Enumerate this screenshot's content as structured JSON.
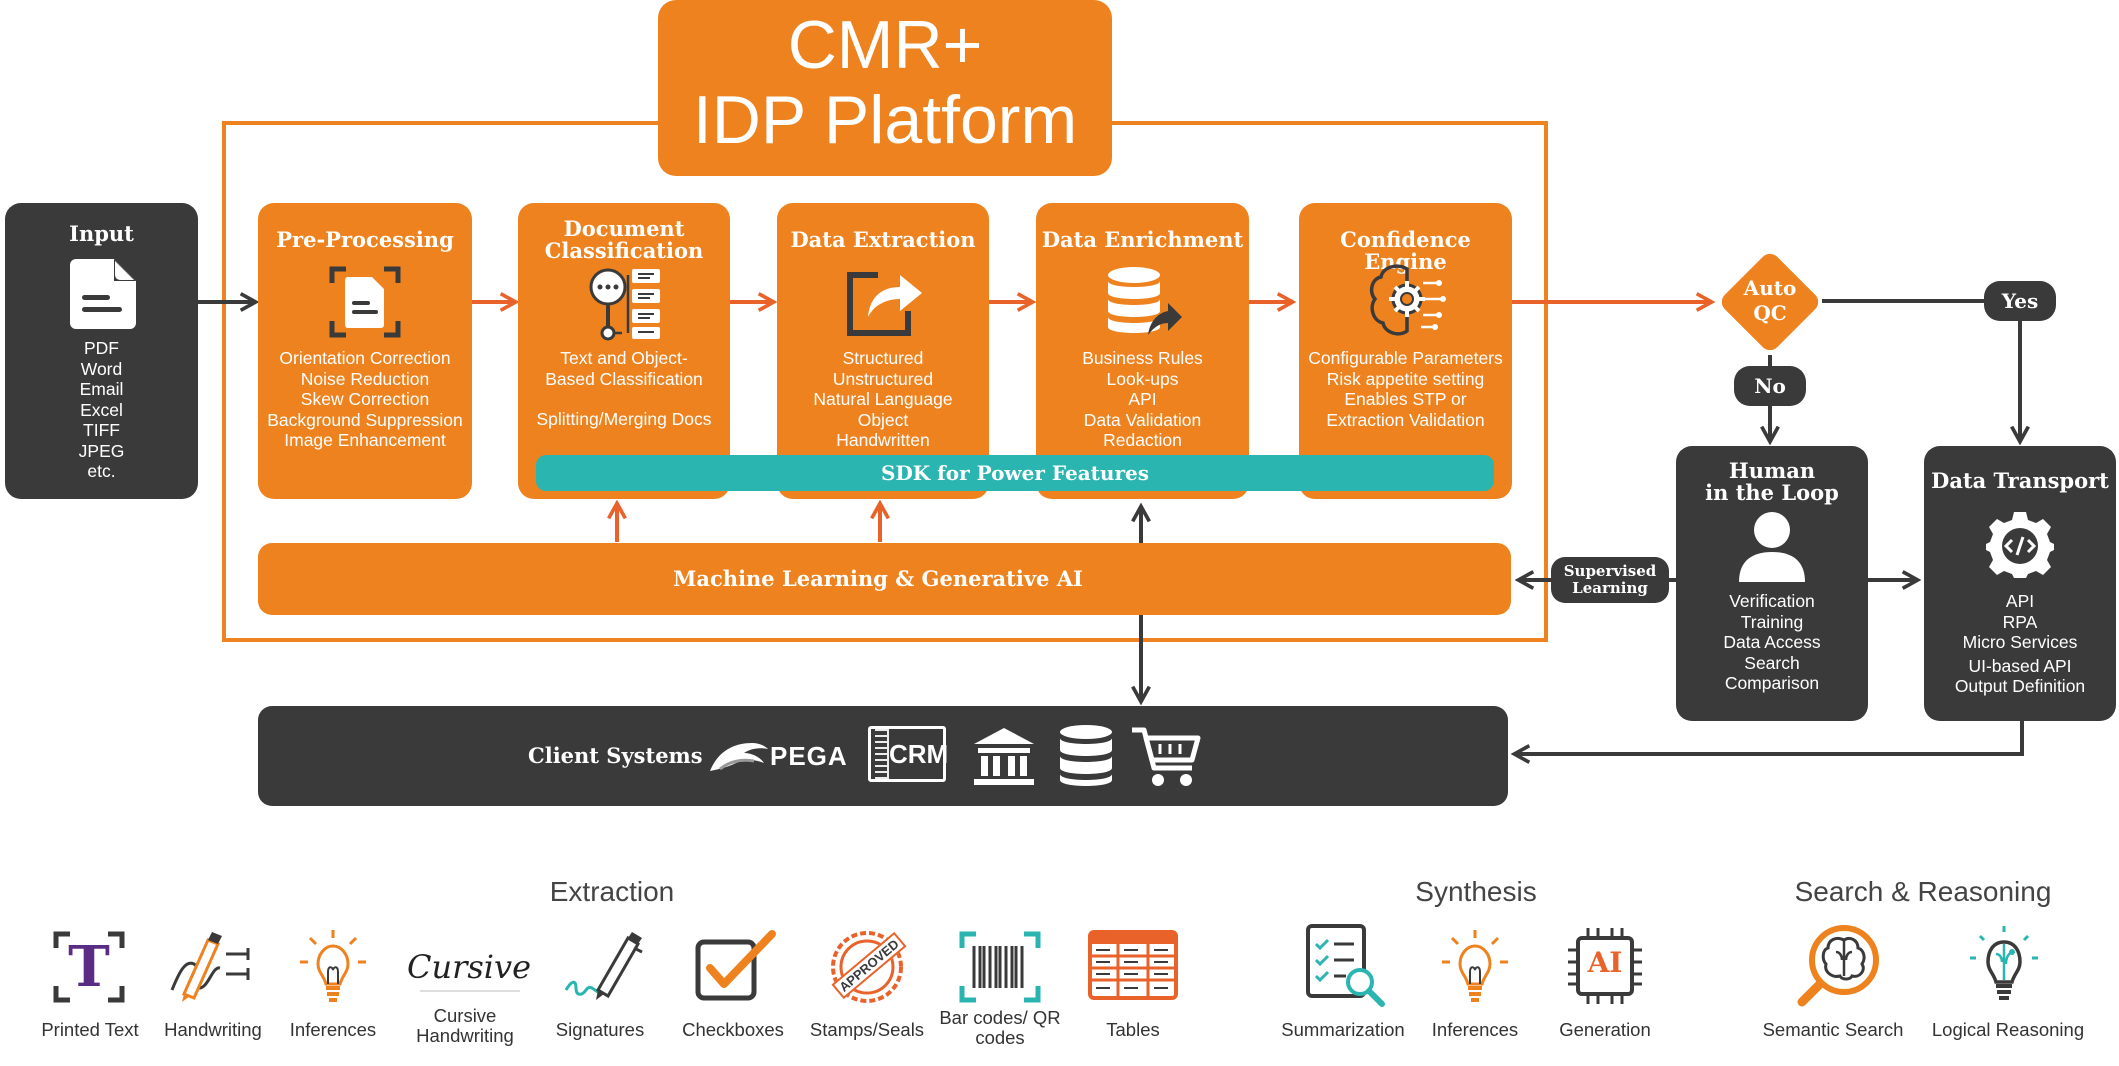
{
  "header": {
    "line1": "CMR+",
    "line2": "IDP Platform"
  },
  "input": {
    "title": "Input",
    "items": [
      "PDF",
      "Word",
      "Email",
      "Excel",
      "TIFF",
      "JPEG",
      "etc."
    ]
  },
  "stages": [
    {
      "title": "Pre-Processing",
      "items": [
        "Orientation Correction",
        "Noise Reduction",
        "Skew Correction",
        "Background Suppression",
        "Image Enhancement"
      ]
    },
    {
      "title_lines": [
        "Document",
        "Classification"
      ],
      "items": [
        "Text and Object-",
        "Based Classification",
        "",
        "Splitting/Merging Docs"
      ]
    },
    {
      "title": "Data Extraction",
      "items": [
        "Structured",
        "Unstructured",
        "Natural Language",
        "Object",
        "Handwritten"
      ]
    },
    {
      "title": "Data Enrichment",
      "items": [
        "Business Rules",
        "Look-ups",
        "API",
        "Data Validation",
        "Redaction"
      ]
    },
    {
      "title": "Confidence Engine",
      "items": [
        "Configurable Parameters",
        "Risk appetite setting",
        "Enables STP or",
        "Extraction Validation"
      ]
    }
  ],
  "sdk": "SDK for Power Features",
  "ml": "Machine Learning & Generative AI",
  "decision": {
    "line1": "Auto",
    "line2": "QC",
    "yes": "Yes",
    "no": "No"
  },
  "hitl": {
    "title_lines": [
      "Human",
      "in the Loop"
    ],
    "items": [
      "Verification",
      "Training",
      "Data Access",
      "Search",
      "Comparison"
    ]
  },
  "transport": {
    "title": "Data Transport",
    "items": [
      "API",
      "RPA",
      "Micro Services",
      "UI-based API",
      "Output Definition"
    ]
  },
  "supervised": [
    "Supervised",
    "Learning"
  ],
  "client": {
    "title": "Client Systems",
    "pega": "PEGA",
    "crm": "CRM"
  },
  "capabilities": {
    "extraction": {
      "title": "Extraction",
      "items": [
        "Printed Text",
        "Handwriting",
        "Inferences",
        "Cursive Handwriting",
        "Signatures",
        "Checkboxes",
        "Stamps/Seals",
        "Bar codes/ QR codes",
        "Tables"
      ],
      "cursive_sample": "Cursive",
      "stamp_text": "APPROVED",
      "printed_glyph": "T"
    },
    "synthesis": {
      "title": "Synthesis",
      "items": [
        "Summarization",
        "Inferences",
        "Generation"
      ],
      "ai_glyph": "AI"
    },
    "search": {
      "title": "Search & Reasoning",
      "items": [
        "Semantic Search",
        "Logical Reasoning"
      ]
    }
  },
  "colors": {
    "orange": "#EE821E",
    "dark": "#3A3A3A",
    "teal": "#2BB5B0",
    "arrow_orange": "#E8622A",
    "purple": "#5B2C83"
  }
}
